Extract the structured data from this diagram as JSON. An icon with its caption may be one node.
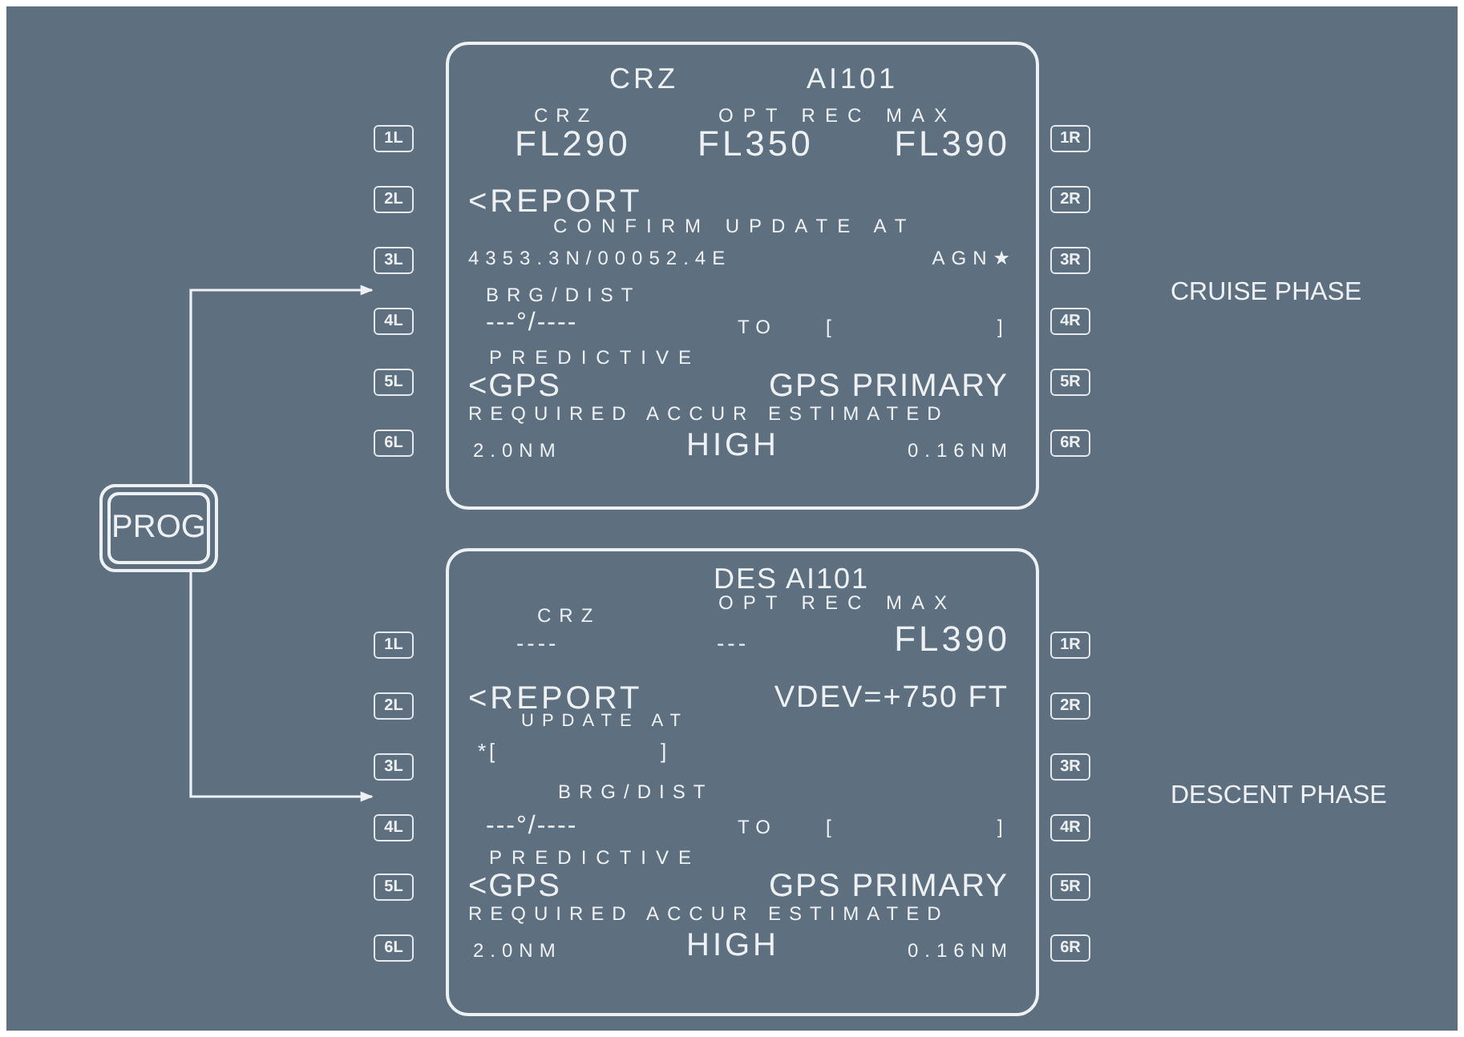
{
  "diagram": {
    "nodes": [
      {
        "text": [
          "CRZ",
          "AI101",
          "CRZ",
          "OPT REC MAX",
          "FL290",
          "FL350",
          "FL390",
          "<REPORT",
          "CONFIRM UPDATE AT",
          "4353.3N/00052.4E",
          "AGN★",
          "BRG/DIST",
          "---°/----",
          "TO",
          "[",
          "]",
          "PREDICTIVE",
          "<GPS",
          "GPS PRIMARY",
          "REQUIRED ACCUR ESTIMATED",
          "2.0NM",
          "HIGH",
          "0.16NM"
        ]
      },
      {
        "text": [
          "1L"
        ]
      },
      {
        "text": [
          "2L"
        ]
      },
      {
        "text": [
          "3L"
        ]
      },
      {
        "text": [
          "4L"
        ]
      },
      {
        "text": [
          "5L"
        ]
      },
      {
        "text": [
          "6L"
        ]
      },
      {
        "text": [
          "1R"
        ]
      },
      {
        "text": [
          "2R"
        ]
      },
      {
        "text": [
          "3R"
        ]
      },
      {
        "text": [
          "4R"
        ]
      },
      {
        "text": [
          "5R"
        ]
      },
      {
        "text": [
          "6R"
        ]
      },
      {
        "text": [
          "PROG"
        ]
      },
      {
        "text": [
          "DES AI101",
          "CRZ",
          "OPT REC MAX",
          "----",
          "---",
          "FL390",
          "<REPORT",
          "VDEV=+750 FT",
          "UPDATE AT",
          "*[",
          "]",
          "BRG/DIST",
          "---°/----",
          "TO",
          "[",
          "]",
          "PREDICTIVE",
          "<GPS",
          "GPS PRIMARY",
          "REQUIRED ACCUR ESTIMATED",
          "2.0NM",
          "HIGH",
          "0.16NM"
        ]
      },
      {
        "text": [
          "1L"
        ]
      },
      {
        "text": [
          "2L"
        ]
      },
      {
        "text": [
          "3L"
        ]
      },
      {
        "text": [
          "4L"
        ]
      },
      {
        "text": [
          "5L"
        ]
      },
      {
        "text": [
          "6L"
        ]
      },
      {
        "text": [
          "1R"
        ]
      },
      {
        "text": [
          "2R"
        ]
      },
      {
        "text": [
          "3R"
        ]
      },
      {
        "text": [
          "4R"
        ]
      },
      {
        "text": [
          "5R"
        ]
      },
      {
        "text": [
          "6R"
        ]
      }
    ],
    "edges": [
      {
        "from": 13,
        "to": 3,
        "arrow": "to"
      },
      {
        "from": 13,
        "to": 17,
        "arrow": "to"
      }
    ],
    "labels": [
      "CRUISE PHASE",
      "DESCENT PHASE"
    ]
  }
}
